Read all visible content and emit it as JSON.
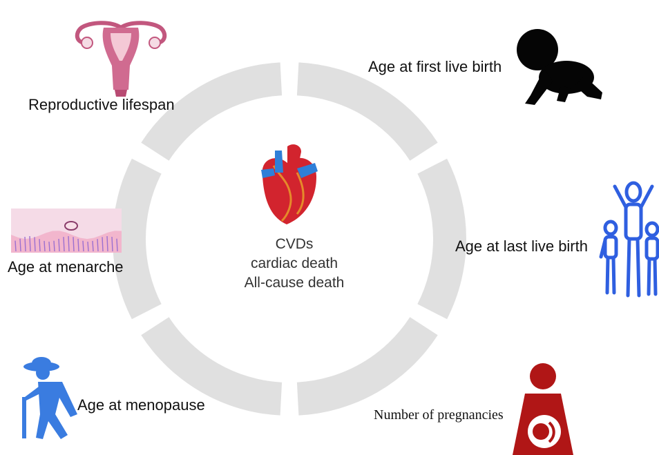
{
  "center": {
    "outcomes": [
      "CVDs",
      "cardiac death",
      "All-cause death"
    ]
  },
  "factors": {
    "reproductive_lifespan": "Reproductive lifespan",
    "first_live_birth": "Age at first live birth",
    "last_live_birth": "Age at last live birth",
    "pregnancies": "Number of pregnancies",
    "menopause": "Age at menopause",
    "menarche": "Age at menarche"
  },
  "colors": {
    "ring_segment": "#e0e0e0",
    "uterus": "#c2577e",
    "family_icon": "#2f5fe0",
    "elderly_icon": "#3a7ce0",
    "pregnancy_icon": "#b01616",
    "baby_icon": "#050505",
    "heart_red": "#d2242e",
    "heart_blue": "#2f7fd8"
  },
  "icons": [
    "uterus-icon",
    "crawling-baby-icon",
    "family-icon",
    "pregnant-woman-icon",
    "elderly-person-icon",
    "menarche-tissue-icon",
    "heart-icon"
  ]
}
